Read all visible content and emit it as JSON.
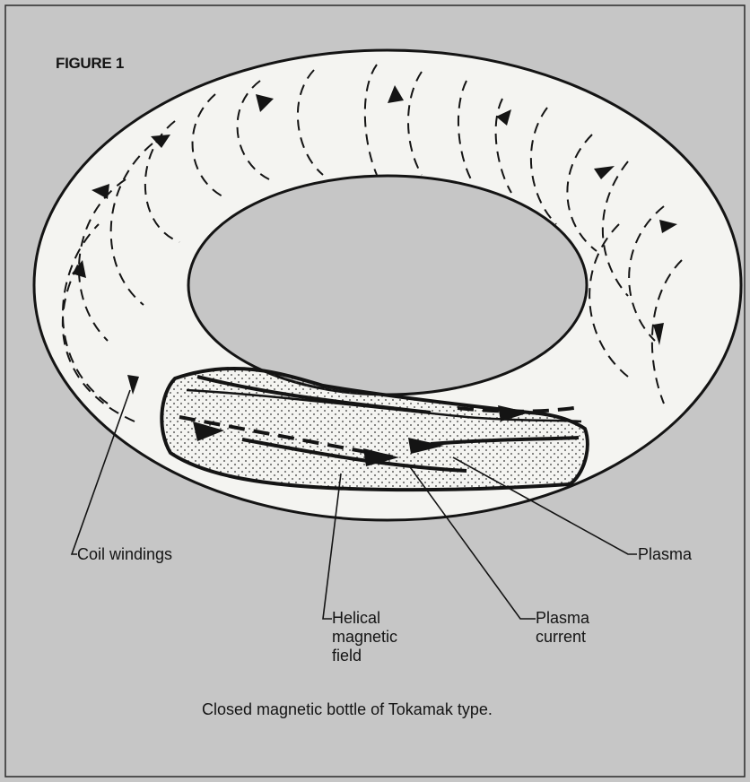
{
  "figure": {
    "title": "FIGURE 1",
    "caption": "Closed magnetic bottle of Tokamak type."
  },
  "labels": {
    "coil_windings": "Coil windings",
    "plasma": "Plasma",
    "helical_magnetic_field": [
      "Helical",
      "magnetic",
      "field"
    ],
    "plasma_current": [
      "Plasma",
      "current"
    ]
  },
  "colors": {
    "background": "#c6c6c6",
    "torus_fill": "#f4f4f1",
    "line": "#141414"
  },
  "icons": [
    "arrowhead-icon"
  ]
}
